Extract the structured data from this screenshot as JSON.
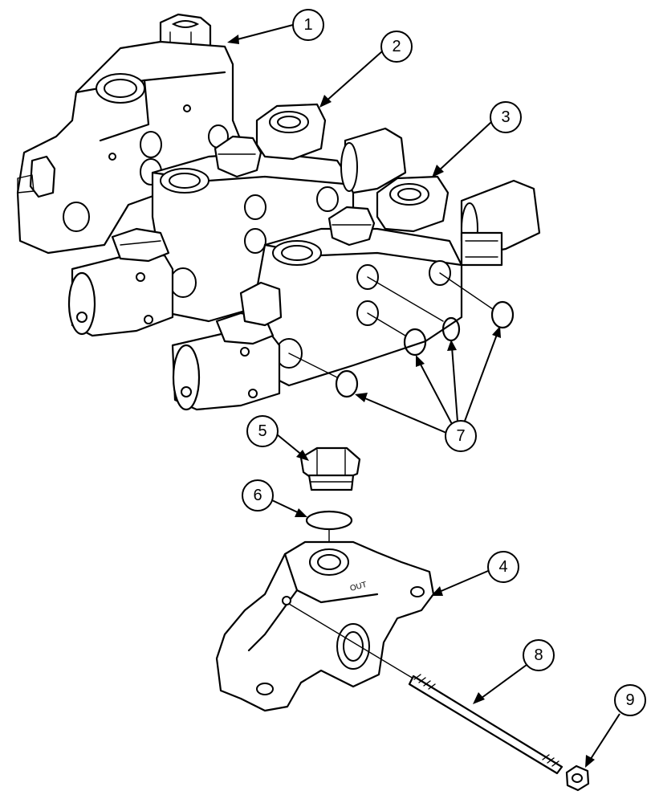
{
  "callouts": [
    {
      "id": "1",
      "label": "1"
    },
    {
      "id": "2",
      "label": "2"
    },
    {
      "id": "3",
      "label": "3"
    },
    {
      "id": "4",
      "label": "4"
    },
    {
      "id": "5",
      "label": "5"
    },
    {
      "id": "6",
      "label": "6"
    },
    {
      "id": "7",
      "label": "7"
    },
    {
      "id": "8",
      "label": "8"
    },
    {
      "id": "9",
      "label": "9"
    }
  ],
  "stamped_text": "OUT"
}
